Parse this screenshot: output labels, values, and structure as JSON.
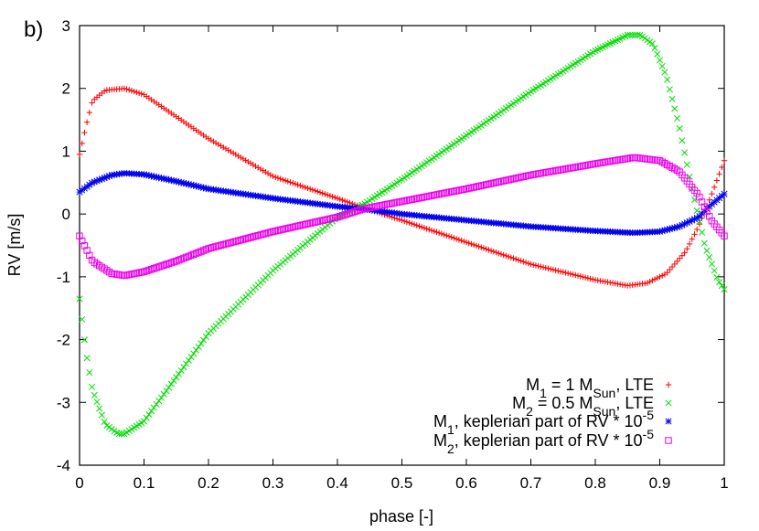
{
  "figure": {
    "panel_label": "b)"
  },
  "chart_data": {
    "type": "scatter",
    "title": "",
    "xlabel": "phase [-]",
    "ylabel": "RV [m/s]",
    "xlim": [
      0,
      1
    ],
    "ylim": [
      -4,
      3
    ],
    "x_ticks": [
      0,
      0.1,
      0.2,
      0.3,
      0.4,
      0.5,
      0.6,
      0.7,
      0.8,
      0.9,
      1
    ],
    "x_tick_labels": [
      "0",
      "0.1",
      "0.2",
      "0.3",
      "0.4",
      "0.5",
      "0.6",
      "0.7",
      "0.8",
      "0.9",
      "1"
    ],
    "y_ticks": [
      -4,
      -3,
      -2,
      -1,
      0,
      1,
      2,
      3
    ],
    "y_tick_labels": [
      "-4",
      "-3",
      "-2",
      "-1",
      "0",
      "1",
      "2",
      "3"
    ],
    "grid": false,
    "legend_position": "bottom-right",
    "series": [
      {
        "color": "#ff0000",
        "marker": "plus",
        "legend": {
          "base": "M",
          "sub": "1",
          "mid": " = 1 M",
          "sub2": "Sun",
          "post": ", LTE",
          "sup": ""
        },
        "x": [
          0.0,
          0.01,
          0.02,
          0.04,
          0.07,
          0.1,
          0.15,
          0.2,
          0.3,
          0.4,
          0.44,
          0.5,
          0.6,
          0.7,
          0.8,
          0.85,
          0.88,
          0.91,
          0.94,
          0.96,
          0.98,
          1.0
        ],
        "values": [
          0.95,
          1.4,
          1.8,
          1.97,
          2.0,
          1.9,
          1.55,
          1.2,
          0.6,
          0.25,
          0.1,
          -0.1,
          -0.45,
          -0.8,
          -1.05,
          -1.14,
          -1.1,
          -0.95,
          -0.6,
          -0.2,
          0.3,
          0.85
        ]
      },
      {
        "color": "#00dd00",
        "marker": "cross",
        "legend": {
          "base": "M",
          "sub": "2",
          "mid": " = 0.5 M",
          "sub2": "Sun",
          "post": ", LTE",
          "sup": ""
        },
        "x": [
          0.0,
          0.01,
          0.02,
          0.04,
          0.06,
          0.07,
          0.1,
          0.15,
          0.2,
          0.3,
          0.4,
          0.44,
          0.5,
          0.6,
          0.7,
          0.8,
          0.85,
          0.87,
          0.89,
          0.91,
          0.93,
          0.95,
          0.97,
          0.99,
          1.0
        ],
        "values": [
          -1.35,
          -2.2,
          -2.8,
          -3.35,
          -3.5,
          -3.5,
          -3.3,
          -2.6,
          -1.9,
          -0.9,
          -0.05,
          0.15,
          0.55,
          1.25,
          1.95,
          2.6,
          2.85,
          2.85,
          2.7,
          2.2,
          1.4,
          0.4,
          -0.5,
          -1.05,
          -1.2
        ]
      },
      {
        "color": "#0000ee",
        "marker": "star",
        "legend": {
          "base": "M",
          "sub": "1",
          "mid": ", keplerian part of RV * 10",
          "sub2": "",
          "post": "",
          "sup": "-5"
        },
        "x": [
          0.0,
          0.02,
          0.05,
          0.07,
          0.1,
          0.15,
          0.2,
          0.3,
          0.4,
          0.44,
          0.5,
          0.6,
          0.7,
          0.8,
          0.86,
          0.9,
          0.93,
          0.96,
          0.98,
          1.0
        ],
        "values": [
          0.35,
          0.5,
          0.62,
          0.65,
          0.63,
          0.52,
          0.4,
          0.25,
          0.12,
          0.08,
          0.0,
          -0.1,
          -0.2,
          -0.27,
          -0.3,
          -0.28,
          -0.2,
          -0.05,
          0.15,
          0.32
        ]
      },
      {
        "color": "#ee00ee",
        "marker": "square",
        "legend": {
          "base": "M",
          "sub": "2",
          "mid": ", keplerian part of RV * 10",
          "sub2": "",
          "post": "",
          "sup": "-5"
        },
        "x": [
          0.0,
          0.02,
          0.05,
          0.07,
          0.1,
          0.15,
          0.2,
          0.3,
          0.4,
          0.44,
          0.5,
          0.6,
          0.7,
          0.8,
          0.86,
          0.9,
          0.93,
          0.96,
          0.98,
          1.0
        ],
        "values": [
          -0.35,
          -0.75,
          -0.95,
          -0.98,
          -0.92,
          -0.75,
          -0.55,
          -0.28,
          -0.05,
          0.08,
          0.2,
          0.4,
          0.62,
          0.8,
          0.9,
          0.85,
          0.68,
          0.3,
          -0.1,
          -0.35
        ]
      }
    ]
  }
}
